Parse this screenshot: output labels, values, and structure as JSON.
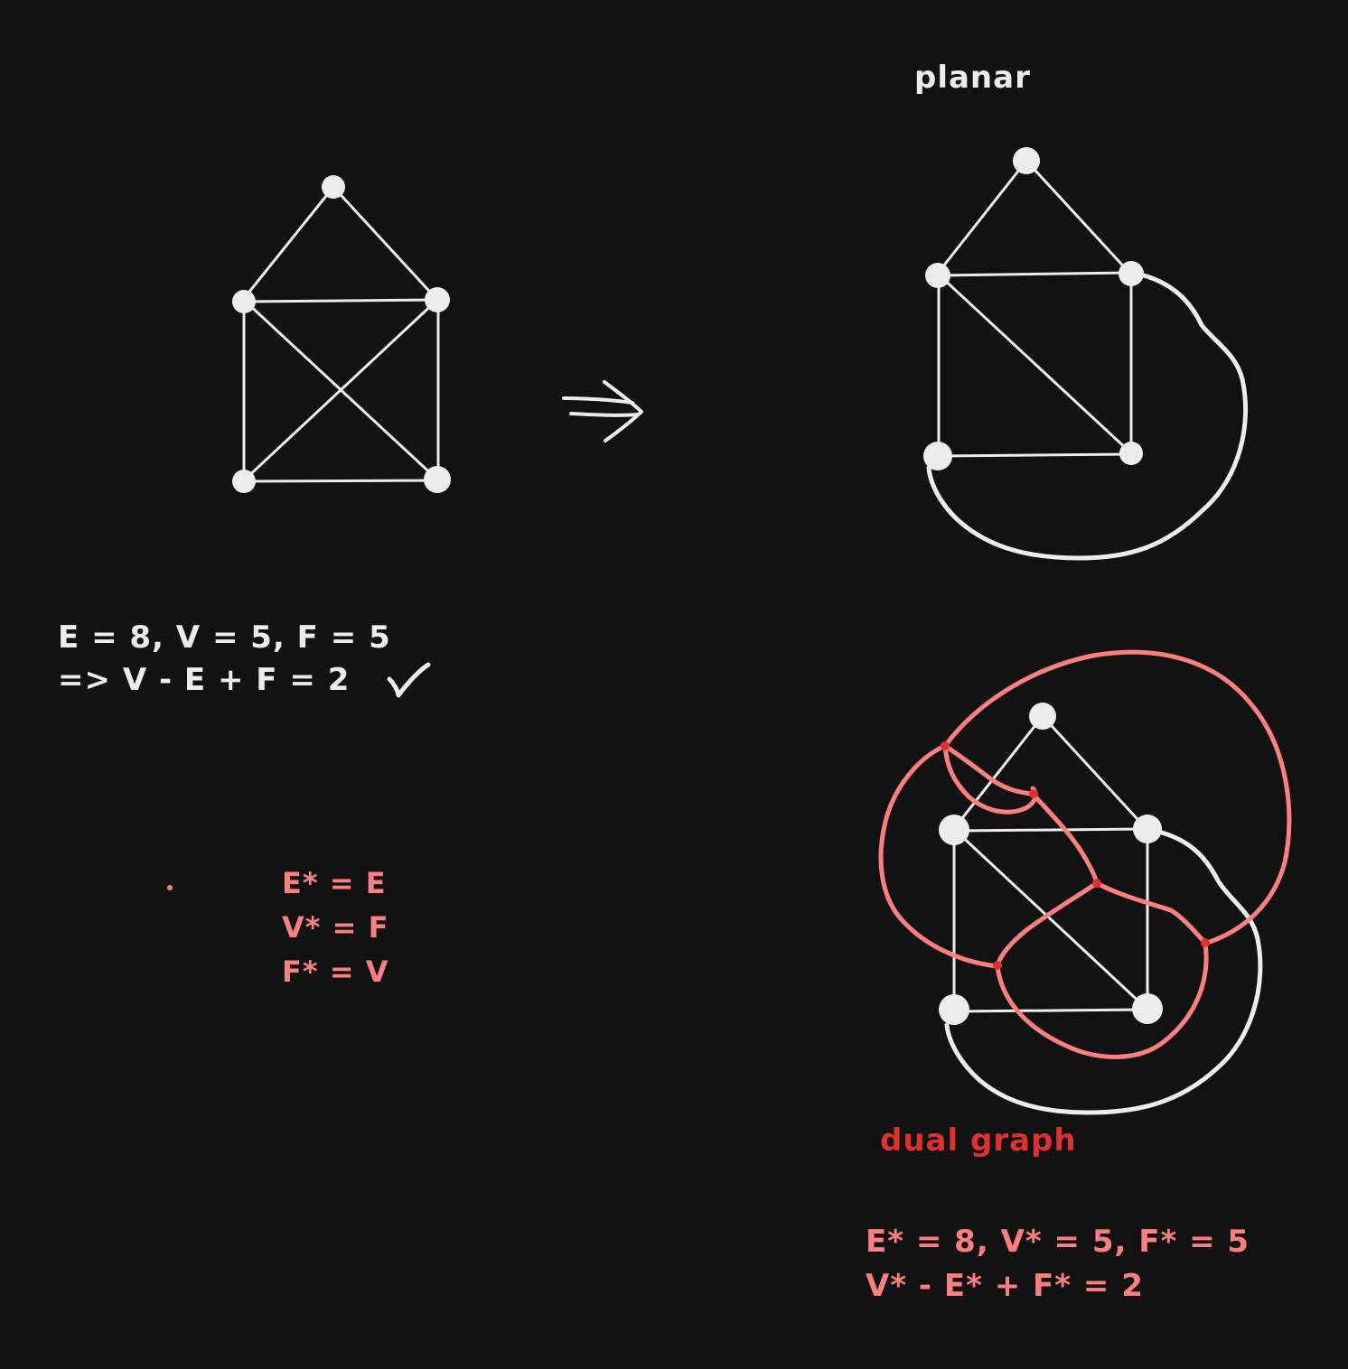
{
  "labels": {
    "planar": "planar",
    "dual_graph": "dual graph"
  },
  "original_stats": {
    "line1": "E = 8, V = 5, F = 5",
    "line2": "=> V - E + F = 2"
  },
  "dual_relations": {
    "line1": "E* = E",
    "line2": "V* = F",
    "line3": "F* = V"
  },
  "dual_stats": {
    "line1": "E* = 8, V* = 5, F* = 5",
    "line2": "V* - E* + F* = 2"
  },
  "colors": {
    "background": "#121212",
    "ink": "#ececec",
    "dual_edges": "#ff8080",
    "dual_vertices": "#e03131",
    "dual_label": "#e03131"
  },
  "icons": [
    "double-arrow-icon",
    "checkmark-icon"
  ]
}
